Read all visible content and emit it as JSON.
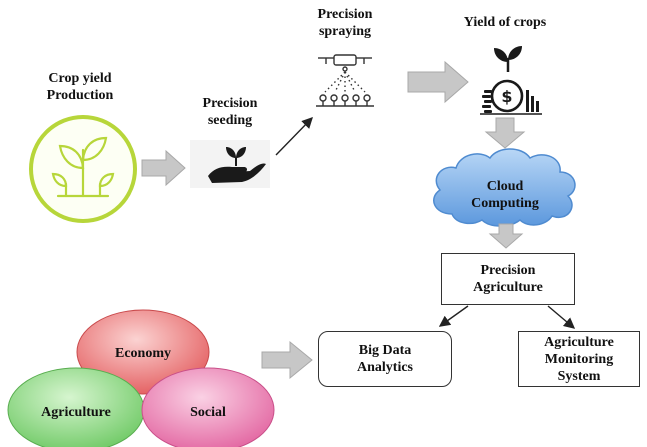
{
  "nodes": {
    "crop_yield": {
      "line1": "Crop yield",
      "line2": "Production"
    },
    "seeding": {
      "line1": "Precision",
      "line2": "seeding"
    },
    "spraying": {
      "line1": "Precision",
      "line2": "spraying"
    },
    "yield": {
      "label": "Yield of crops"
    },
    "cloud": {
      "line1": "Cloud",
      "line2": "Computing"
    },
    "precision_ag": {
      "line1": "Precision",
      "line2": "Agriculture"
    },
    "big_data": {
      "line1": "Big Data",
      "line2": "Analytics"
    },
    "monitoring": {
      "line1": "Agriculture",
      "line2": "Monitoring",
      "line3": "System"
    }
  },
  "venn": {
    "economy": "Economy",
    "agriculture": "Agriculture",
    "social": "Social"
  },
  "icons": {
    "crop_yield": "seedling-circle-icon",
    "seeding": "hand-sprout-icon",
    "spraying": "drone-spraying-icon",
    "yield": "money-plant-icon"
  },
  "colors": {
    "crop_circle": "#b7d63a",
    "cloud_fill": "#7fb3ea",
    "economy": "#e86466",
    "agriculture": "#7bd171",
    "social": "#e770a7",
    "gray_arrow": "#bdbdbd"
  }
}
